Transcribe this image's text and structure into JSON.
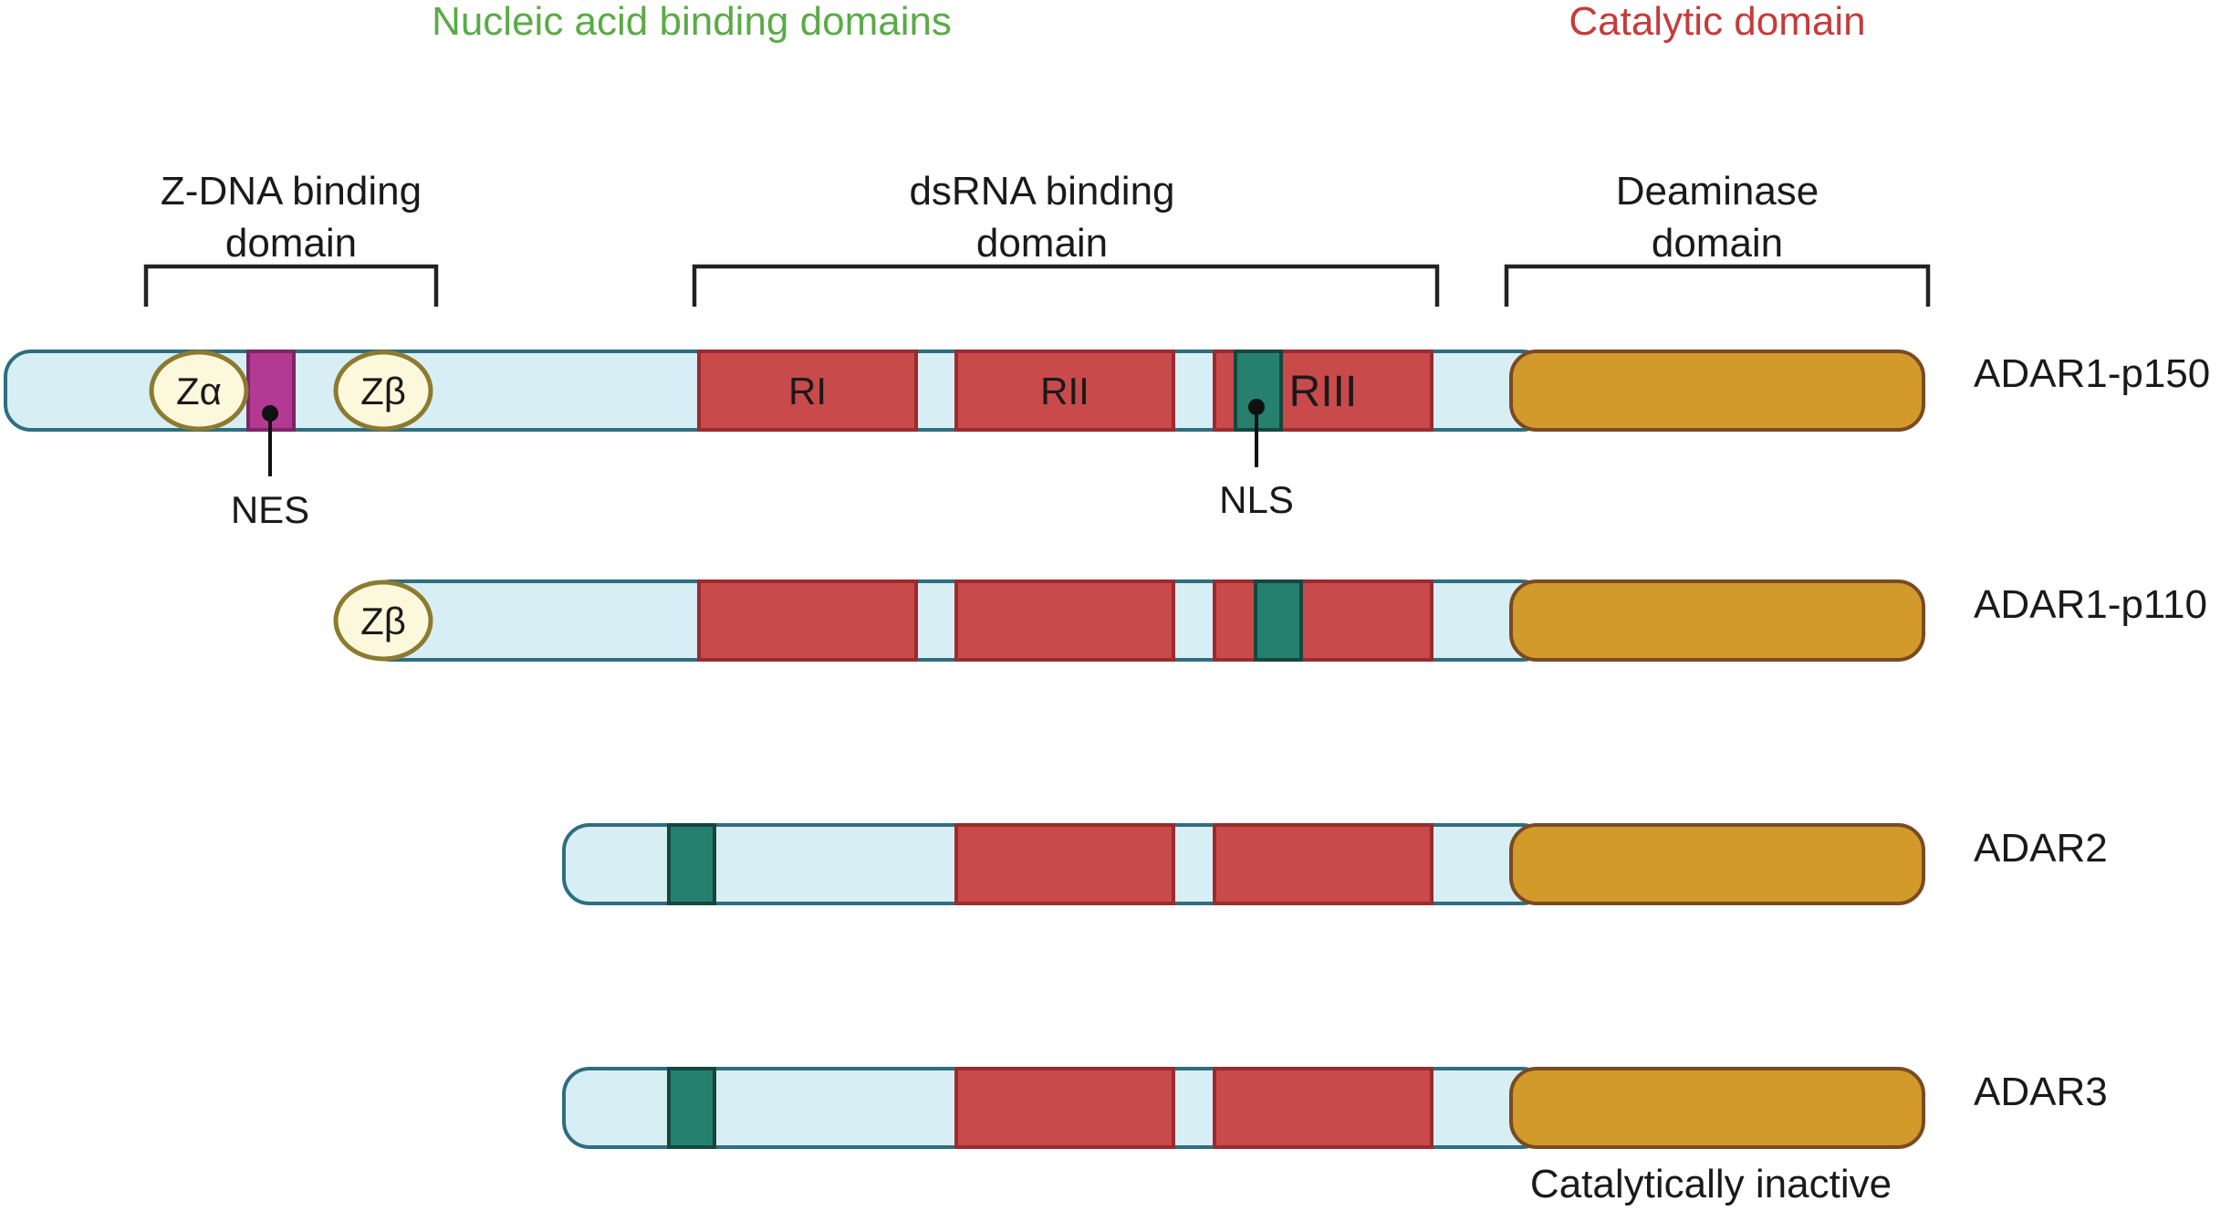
{
  "headers": {
    "nucleic": "Nucleic acid binding domains",
    "catalytic": "Catalytic domain"
  },
  "colors": {
    "nucleic_header": "#5aab46",
    "catalytic_header": "#c63b3b",
    "chain": "#d8eef5",
    "dsrbd": "#c94a4b",
    "nls": "#268070",
    "nes": "#b33a93",
    "deaminase": "#d19a2a",
    "zdna": "#fbf8dc"
  },
  "domains": {
    "zdna": {
      "line1": "Z-DNA binding",
      "line2": "domain"
    },
    "dsrna": {
      "line1": "dsRNA binding",
      "line2": "domain"
    },
    "deaminase": {
      "line1": "Deaminase",
      "line2": "domain"
    }
  },
  "labels": {
    "za": "Zα",
    "zb": "Zβ",
    "ri": "RI",
    "rii": "RII",
    "riii": "RIII",
    "nes": "NES",
    "nls": "NLS",
    "catalytically_inactive": "Catalytically inactive"
  },
  "proteins": [
    {
      "name": "ADAR1-p150"
    },
    {
      "name": "ADAR1-p110"
    },
    {
      "name": "ADAR2"
    },
    {
      "name": "ADAR3"
    }
  ]
}
